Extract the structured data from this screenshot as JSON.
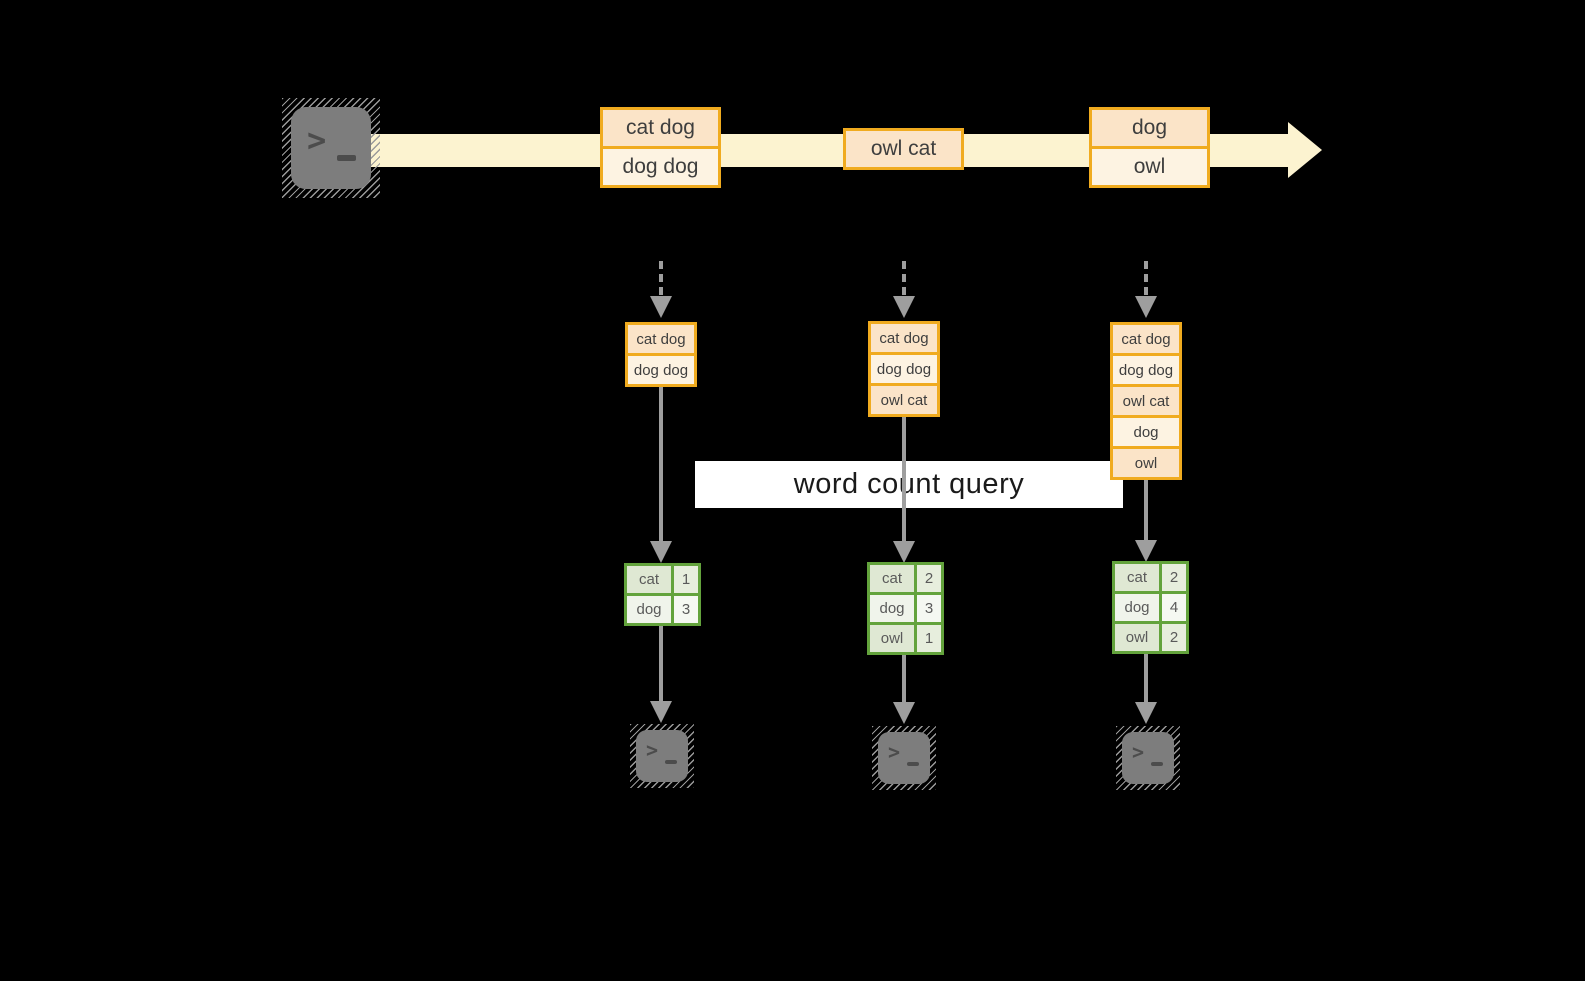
{
  "background": "#000000",
  "colors": {
    "accent_orange": "#f0ab1f",
    "cell_peach": "#fbe4c8",
    "cell_cream": "#fdf3e2",
    "stream_band": "#fcf3d0",
    "accent_green": "#63a33c",
    "green_cell_dark": "#dfe8d3",
    "green_cell_light": "#f1f5ec",
    "arrow_gray": "#9e9e9e",
    "terminal_gray": "#7d7d7d",
    "query_band_bg": "#ffffff"
  },
  "stream": {
    "source_icon": "terminal-icon",
    "prompt_chevron": ">",
    "batches": [
      {
        "items": [
          "cat dog",
          "dog dog"
        ]
      },
      {
        "items": [
          "owl cat"
        ]
      },
      {
        "items": [
          "dog",
          "owl"
        ]
      }
    ]
  },
  "query": {
    "label": "word count query"
  },
  "columns": [
    {
      "input": [
        "cat dog",
        "dog dog"
      ],
      "result": [
        {
          "word": "cat",
          "count": "1"
        },
        {
          "word": "dog",
          "count": "3"
        }
      ]
    },
    {
      "input": [
        "cat dog",
        "dog dog",
        "owl cat"
      ],
      "result": [
        {
          "word": "cat",
          "count": "2"
        },
        {
          "word": "dog",
          "count": "3"
        },
        {
          "word": "owl",
          "count": "1"
        }
      ]
    },
    {
      "input": [
        "cat dog",
        "dog dog",
        "owl cat",
        "dog",
        "owl"
      ],
      "result": [
        {
          "word": "cat",
          "count": "2"
        },
        {
          "word": "dog",
          "count": "4"
        },
        {
          "word": "owl",
          "count": "2"
        }
      ]
    }
  ]
}
